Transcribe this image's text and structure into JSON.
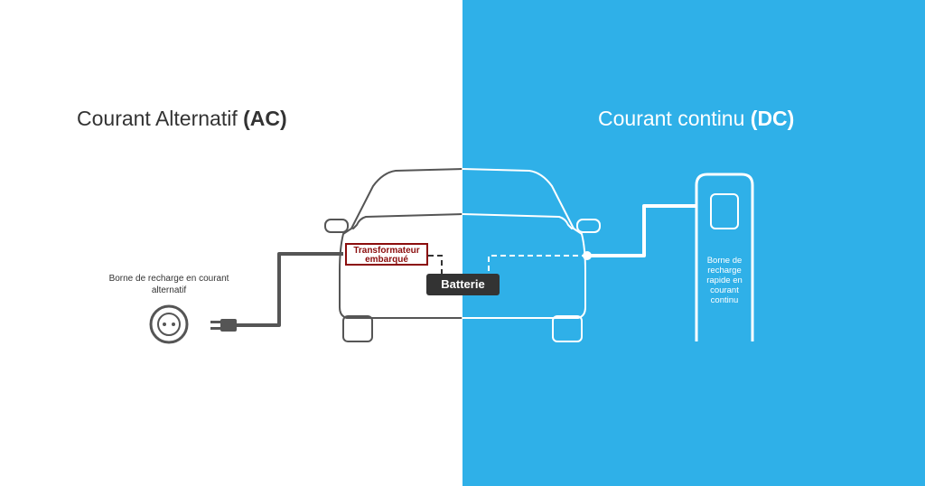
{
  "colors": {
    "ac_background": "#ffffff",
    "dc_background": "#2fb0e8",
    "dark": "#333333",
    "car_left_outline": "#555555",
    "transformer_red": "#8b0d0d"
  },
  "ac": {
    "title": "Courant Alternatif ",
    "title_bold": "(AC)",
    "socket_label": "Borne de recharge en courant alternatif",
    "socket_icon": "wall-socket-icon",
    "plug_icon": "plug-icon"
  },
  "dc": {
    "title": "Courant continu ",
    "title_bold": "(DC)",
    "station_label": "Borne de recharge rapide en courant continu",
    "station_icon": "charging-station-icon"
  },
  "car": {
    "transformer_label": "Transformateur embarqué",
    "battery_label": "Batterie",
    "icon": "car-front-icon"
  }
}
